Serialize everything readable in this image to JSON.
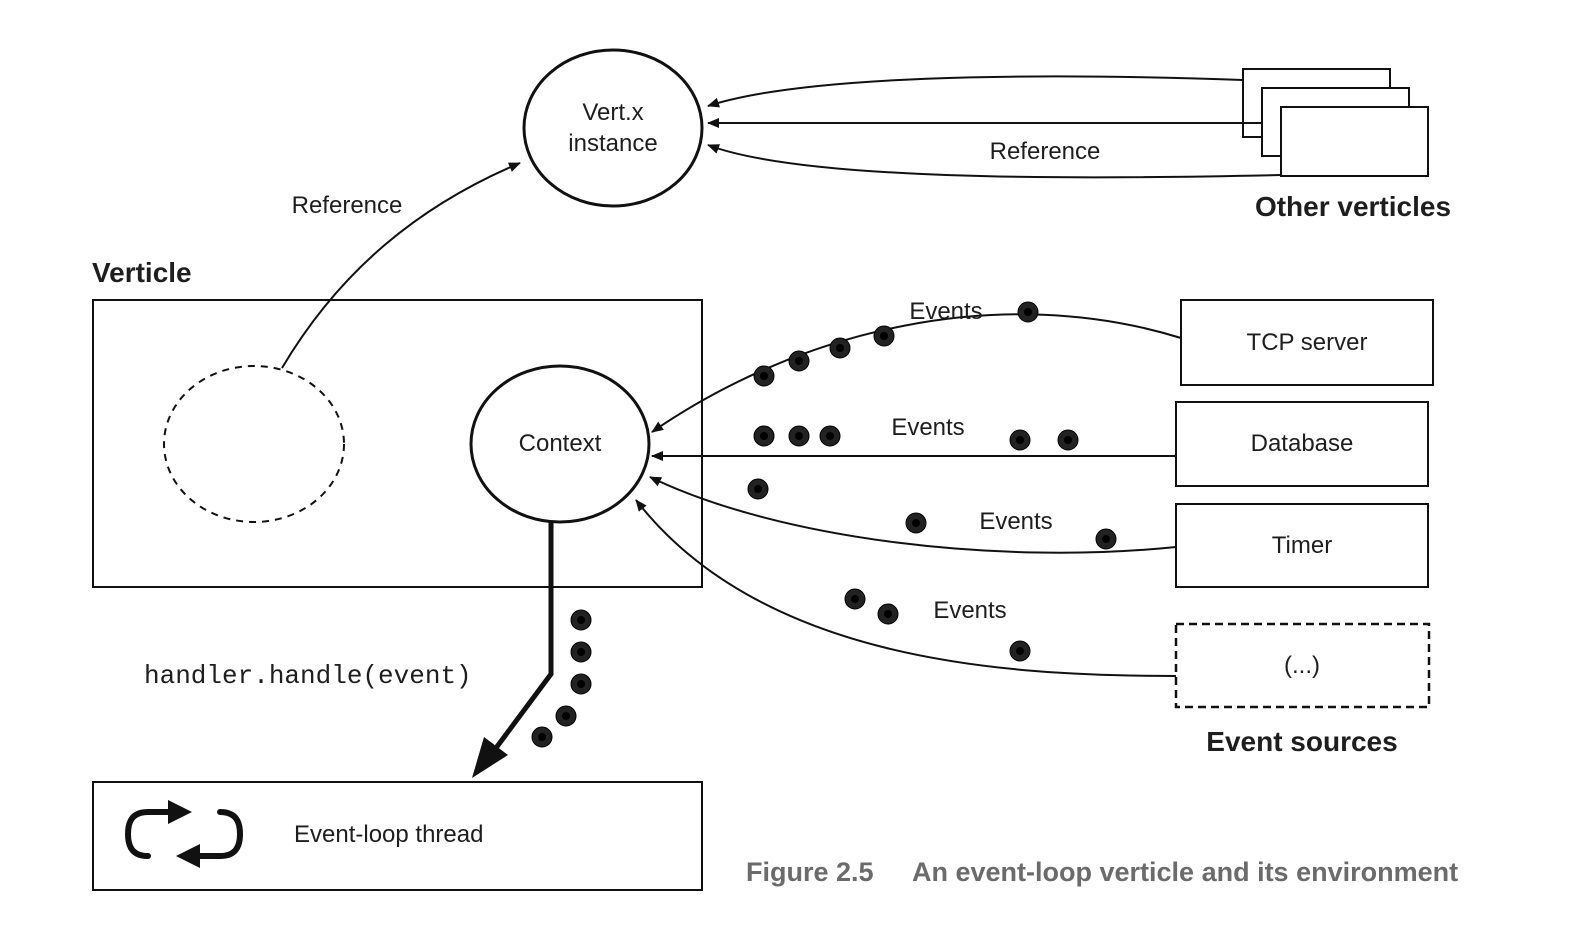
{
  "vertx_instance": {
    "line1": "Vert.x",
    "line2": "instance"
  },
  "verticle": {
    "title": "Verticle",
    "context_label": "Context"
  },
  "other_verticles": {
    "title": "Other verticles",
    "reference_label": "Reference"
  },
  "reference_label": "Reference",
  "event_sources": {
    "title": "Event sources",
    "items": [
      {
        "label": "TCP server",
        "events_label": "Events"
      },
      {
        "label": "Database",
        "events_label": "Events"
      },
      {
        "label": "Timer",
        "events_label": "Events"
      },
      {
        "label": "(...)",
        "events_label": "Events"
      }
    ]
  },
  "handler_call": "handler.handle(event)",
  "event_loop": {
    "label": "Event-loop thread",
    "icon": "loop-icon"
  },
  "caption": {
    "figure": "Figure 2.5",
    "text": "An event-loop verticle and its environment"
  }
}
